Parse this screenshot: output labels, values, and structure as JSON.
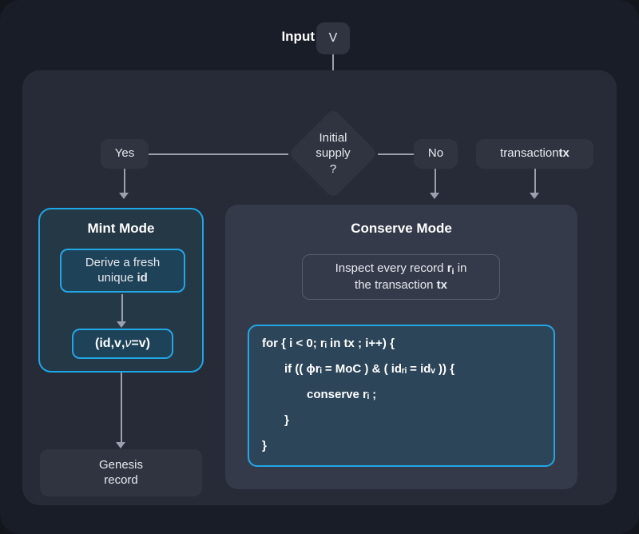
{
  "diagram": {
    "input": {
      "label": "Input",
      "value": "V"
    },
    "decision": {
      "line1": "Initial",
      "line2": "supply",
      "line3": "?"
    },
    "branches": {
      "yes": "Yes",
      "no": "No",
      "transaction_prefix": "transaction ",
      "transaction_bold": "tx"
    },
    "mint": {
      "title": "Mint Mode",
      "derive_line1": "Derive a fresh",
      "derive_line2_prefix": "unique ",
      "derive_line2_bold": "id",
      "tuple": "(id,v,ν=v)",
      "tuple_parts": {
        "open": "(",
        "id": "id",
        "sep1": ",",
        "v1": "v",
        "sep2": ",",
        "nu": "ν",
        "eq": "=",
        "v2": "v",
        "close": ")"
      }
    },
    "genesis": {
      "line1": "Genesis",
      "line2": "record"
    },
    "conserve": {
      "title": "Conserve Mode",
      "inspect_line1_prefix": "Inspect every record ",
      "inspect_line1_bold": "r",
      "inspect_line1_sub": "i",
      "inspect_line1_suffix": " in",
      "inspect_line2_prefix": "the transaction ",
      "inspect_line2_bold": "tx",
      "code": [
        "for { i < 0; rᵢ in tx ; i++) {",
        "if (( ϕrᵢ = MoC ) & ( idᵣᵢ = idᵥ )) {",
        "conserve rᵢ ;",
        "}",
        "}"
      ]
    },
    "colors": {
      "page_background": "#14161e",
      "card_background": "#191d27",
      "panel_background": "#272b37",
      "node_background": "#2f3440",
      "conserve_panel_background": "#353a4a",
      "mint_panel_background": "#253845",
      "accent_cyan": "#1ba7e8",
      "code_background": "#2c4558",
      "connector": "#9aa0ae",
      "text_primary": "#e8eaf0",
      "text_white": "#ffffff"
    }
  }
}
